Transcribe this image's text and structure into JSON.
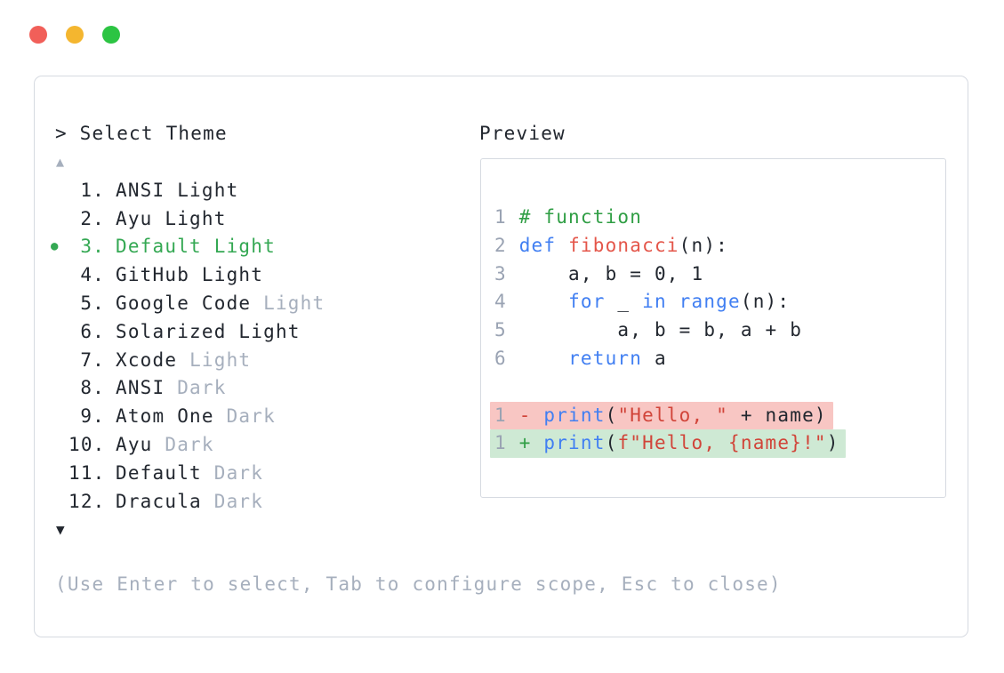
{
  "window": {
    "traffic_lights": [
      {
        "name": "close",
        "color": "#f15f59"
      },
      {
        "name": "minimize",
        "color": "#f4b62f"
      },
      {
        "name": "zoom",
        "color": "#2cc443"
      }
    ]
  },
  "picker": {
    "prompt": "> Select Theme",
    "up_arrow": "▲",
    "down_arrow": "▼",
    "selected_bullet": "●",
    "items": [
      {
        "num": "1.",
        "selected": false,
        "parts": [
          {
            "t": "ANSI Light",
            "muted": false
          }
        ]
      },
      {
        "num": "2.",
        "selected": false,
        "parts": [
          {
            "t": "Ayu Light",
            "muted": false
          }
        ]
      },
      {
        "num": "3.",
        "selected": true,
        "parts": [
          {
            "t": "Default Light",
            "muted": false
          }
        ]
      },
      {
        "num": "4.",
        "selected": false,
        "parts": [
          {
            "t": "GitHub Light",
            "muted": false
          }
        ]
      },
      {
        "num": "5.",
        "selected": false,
        "parts": [
          {
            "t": "Google Code ",
            "muted": false
          },
          {
            "t": "Light",
            "muted": true
          }
        ]
      },
      {
        "num": "6.",
        "selected": false,
        "parts": [
          {
            "t": "Solarized Light",
            "muted": false
          }
        ]
      },
      {
        "num": "7.",
        "selected": false,
        "parts": [
          {
            "t": "Xcode ",
            "muted": false
          },
          {
            "t": "Light",
            "muted": true
          }
        ]
      },
      {
        "num": "8.",
        "selected": false,
        "parts": [
          {
            "t": "ANSI ",
            "muted": false
          },
          {
            "t": "Dark",
            "muted": true
          }
        ]
      },
      {
        "num": "9.",
        "selected": false,
        "parts": [
          {
            "t": "Atom One ",
            "muted": false
          },
          {
            "t": "Dark",
            "muted": true
          }
        ]
      },
      {
        "num": "10.",
        "selected": false,
        "parts": [
          {
            "t": "Ayu ",
            "muted": false
          },
          {
            "t": "Dark",
            "muted": true
          }
        ]
      },
      {
        "num": "11.",
        "selected": false,
        "parts": [
          {
            "t": "Default ",
            "muted": false
          },
          {
            "t": "Dark",
            "muted": true
          }
        ]
      },
      {
        "num": "12.",
        "selected": false,
        "parts": [
          {
            "t": "Dracula ",
            "muted": false
          },
          {
            "t": "Dark",
            "muted": true
          }
        ]
      }
    ],
    "help_text": "(Use Enter to select, Tab to configure scope, Esc to close)"
  },
  "preview": {
    "title": "Preview",
    "code_lines": [
      {
        "diff": null,
        "tokens": [
          {
            "c": "ln",
            "t": "1"
          },
          {
            "c": "pl",
            "t": " "
          },
          {
            "c": "cm",
            "t": "# function"
          }
        ]
      },
      {
        "diff": null,
        "tokens": [
          {
            "c": "ln",
            "t": "2"
          },
          {
            "c": "pl",
            "t": " "
          },
          {
            "c": "kw",
            "t": "def"
          },
          {
            "c": "pl",
            "t": " "
          },
          {
            "c": "fn",
            "t": "fibonacci"
          },
          {
            "c": "pl",
            "t": "(n):"
          }
        ]
      },
      {
        "diff": null,
        "tokens": [
          {
            "c": "ln",
            "t": "3"
          },
          {
            "c": "pl",
            "t": "     a, b = 0, 1"
          }
        ]
      },
      {
        "diff": null,
        "tokens": [
          {
            "c": "ln",
            "t": "4"
          },
          {
            "c": "pl",
            "t": "     "
          },
          {
            "c": "kw",
            "t": "for"
          },
          {
            "c": "pl",
            "t": " _ "
          },
          {
            "c": "kw",
            "t": "in"
          },
          {
            "c": "pl",
            "t": " "
          },
          {
            "c": "kw",
            "t": "range"
          },
          {
            "c": "pl",
            "t": "(n):"
          }
        ]
      },
      {
        "diff": null,
        "tokens": [
          {
            "c": "ln",
            "t": "5"
          },
          {
            "c": "pl",
            "t": "         a, b = b, a + b"
          }
        ]
      },
      {
        "diff": null,
        "tokens": [
          {
            "c": "ln",
            "t": "6"
          },
          {
            "c": "pl",
            "t": "     "
          },
          {
            "c": "kw",
            "t": "return"
          },
          {
            "c": "pl",
            "t": " a"
          }
        ]
      },
      {
        "diff": null,
        "tokens": []
      },
      {
        "diff": "del",
        "tokens": [
          {
            "c": "ln",
            "t": "1"
          },
          {
            "c": "pl",
            "t": " "
          },
          {
            "c": "del",
            "t": "-"
          },
          {
            "c": "pl",
            "t": " "
          },
          {
            "c": "kw",
            "t": "print"
          },
          {
            "c": "pl",
            "t": "("
          },
          {
            "c": "str",
            "t": "\"Hello, \""
          },
          {
            "c": "pl",
            "t": " + name)"
          }
        ]
      },
      {
        "diff": "add",
        "tokens": [
          {
            "c": "ln",
            "t": "1"
          },
          {
            "c": "pl",
            "t": " "
          },
          {
            "c": "add",
            "t": "+"
          },
          {
            "c": "pl",
            "t": " "
          },
          {
            "c": "kw",
            "t": "print"
          },
          {
            "c": "pl",
            "t": "("
          },
          {
            "c": "str",
            "t": "f\"Hello, {name}!\""
          },
          {
            "c": "pl",
            "t": ")"
          }
        ]
      }
    ]
  },
  "colors": {
    "text_dark": "#22272f",
    "text_muted": "#a6afbd",
    "line_number": "#9aa3b3",
    "selection_green": "#34a853",
    "comment_green": "#2f9e44",
    "keyword_blue": "#417ff2",
    "function_red": "#e4564a",
    "string_red": "#d14439",
    "diff_del_sign": "#d14439",
    "diff_add_sign": "#2f9e44",
    "diff_del_bg": "#f8c6c3",
    "diff_add_bg": "#cee9d4",
    "border": "#d6dae1"
  }
}
